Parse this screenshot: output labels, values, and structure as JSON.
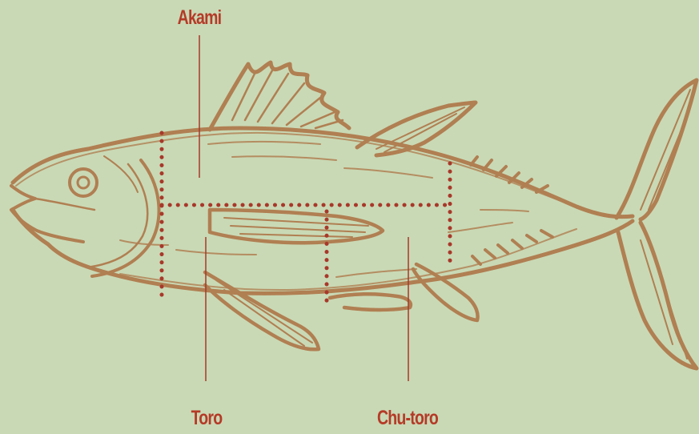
{
  "colors": {
    "background": "#c9d9b5",
    "fish_stroke": "#b07f52",
    "cut_line": "#a8382a",
    "label": "#b53a27"
  },
  "labels": {
    "akami": "Akami",
    "toro": "Toro",
    "chutoro": "Chu-toro"
  }
}
